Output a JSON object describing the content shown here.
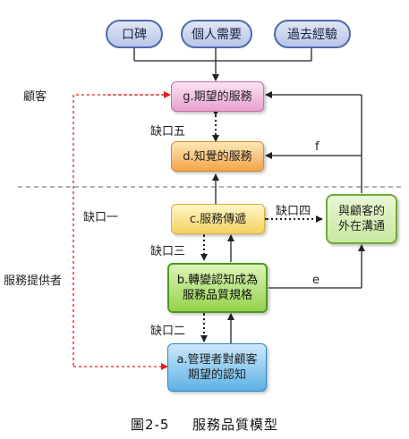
{
  "inputs": [
    "口碑",
    "個人需要",
    "過去經驗"
  ],
  "boxes": {
    "g": "g.期望的服務",
    "d": "d.知覺的服務",
    "c": "c.服務傳遞",
    "b": "b.轉變認知成為\n服務品質規格",
    "a": "a.管理者對顧客\n期望的認知",
    "comm": "與顧客的\n外在溝通"
  },
  "gaps": {
    "gap5": "缺口五",
    "gap1": "缺口一",
    "gap4": "缺口四",
    "gap3": "缺口三",
    "gap2": "缺口二"
  },
  "edge_labels": {
    "f": "f",
    "e": "e"
  },
  "sides": {
    "customer": "顧客",
    "provider": "服務提供者"
  },
  "caption": {
    "number": "圖2-5",
    "title": "服務品質模型"
  }
}
